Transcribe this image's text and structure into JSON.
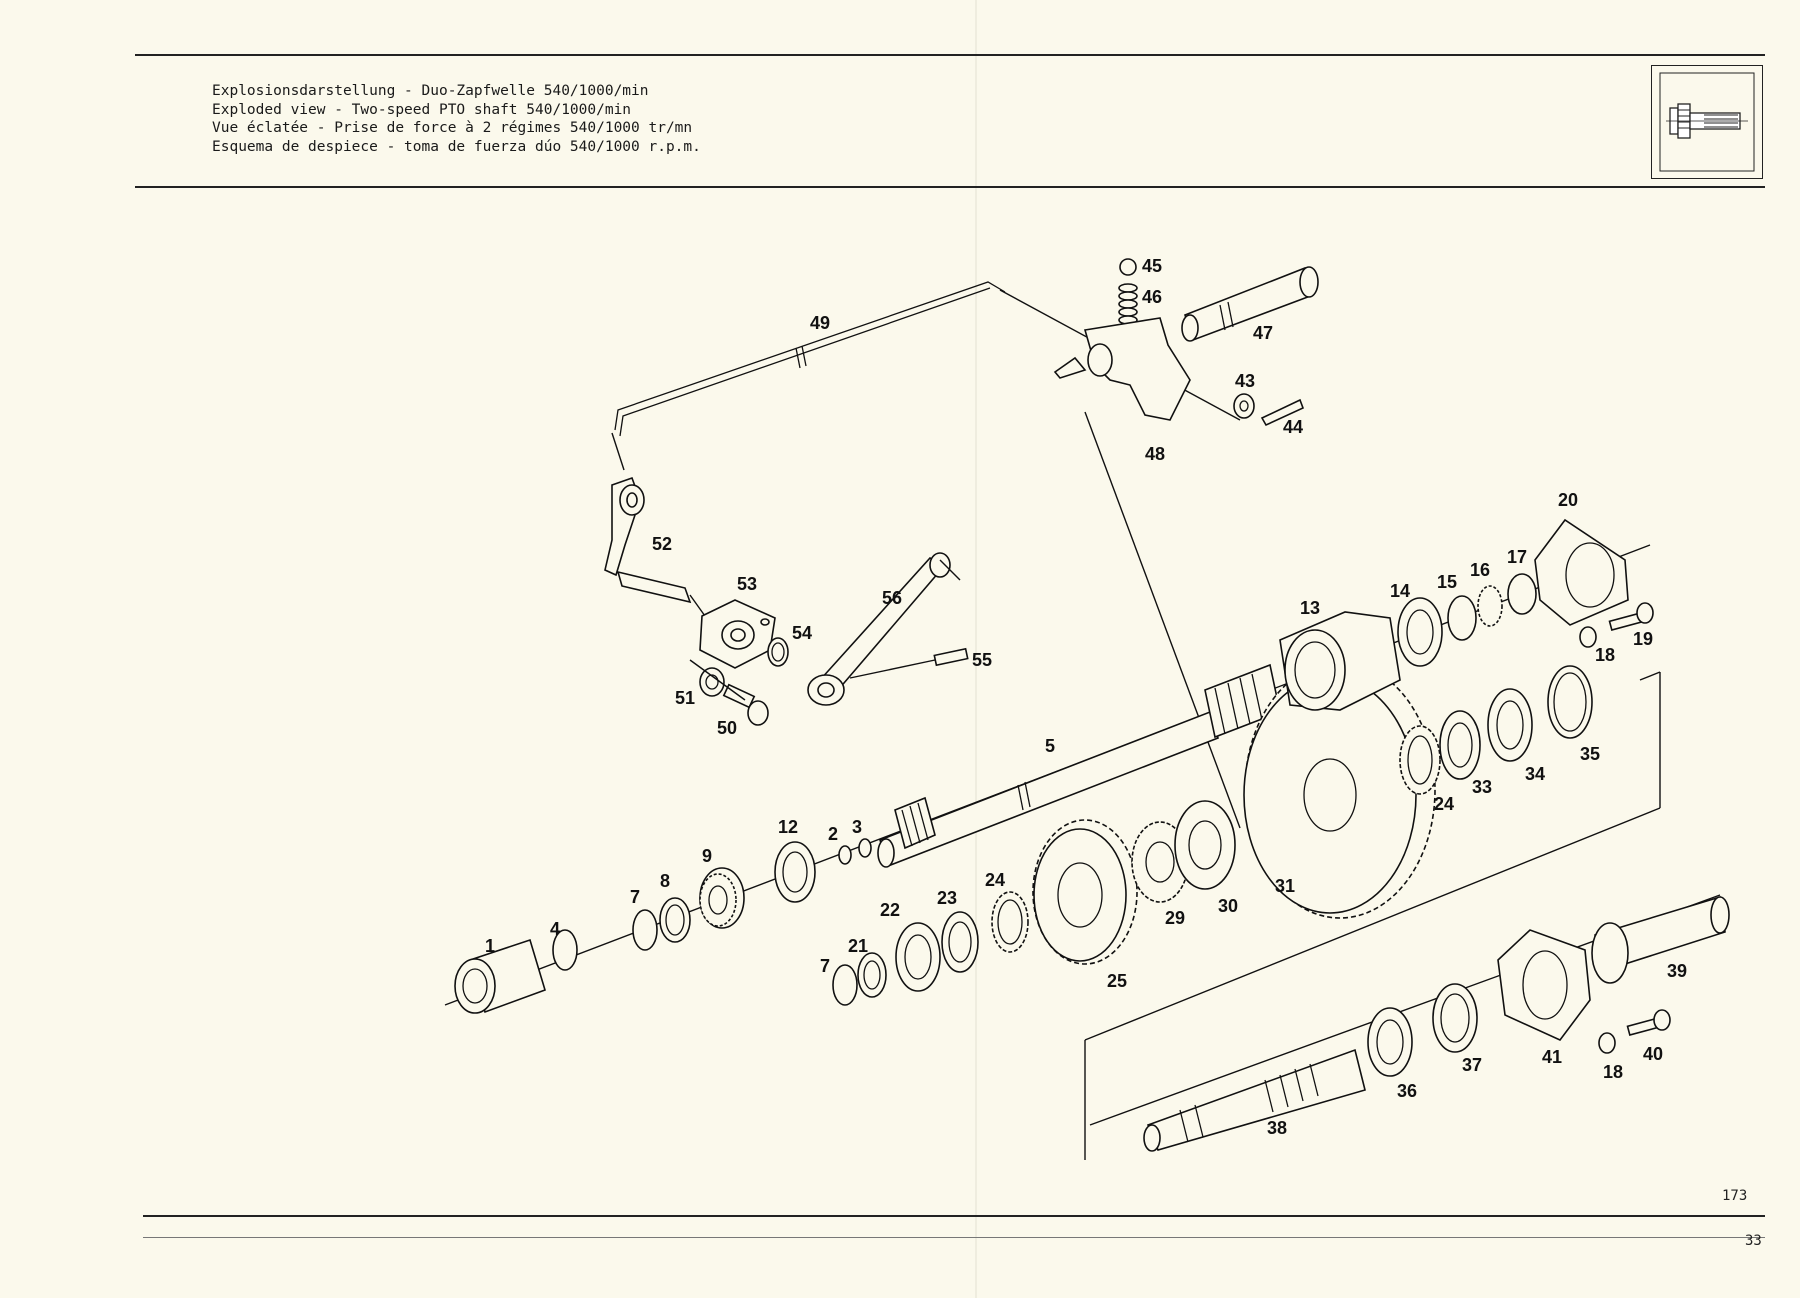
{
  "header": {
    "title_lines": [
      "Explosionsdarstellung - Duo-Zapfwelle 540/1000/min",
      "Exploded view - Two-speed PTO shaft 540/1000/min",
      "Vue éclatée - Prise de force à 2 régimes 540/1000 tr/mn",
      "Esquema de despiece - toma de fuerza dúo 540/1000 r.p.m."
    ]
  },
  "thumbnail": {
    "icon": "pto-shaft-icon"
  },
  "diagram": {
    "labels": [
      "1",
      "2",
      "3",
      "4",
      "5",
      "7",
      "8",
      "9",
      "12",
      "13",
      "14",
      "15",
      "16",
      "17",
      "18",
      "19",
      "20",
      "21",
      "22",
      "23",
      "24",
      "25",
      "29",
      "30",
      "31",
      "33",
      "34",
      "35",
      "36",
      "37",
      "38",
      "39",
      "40",
      "41",
      "43",
      "44",
      "45",
      "46",
      "47",
      "48",
      "49",
      "50",
      "51",
      "52",
      "53",
      "54",
      "55",
      "56"
    ]
  },
  "footer": {
    "page_number": "173",
    "sheet_number": "33"
  }
}
